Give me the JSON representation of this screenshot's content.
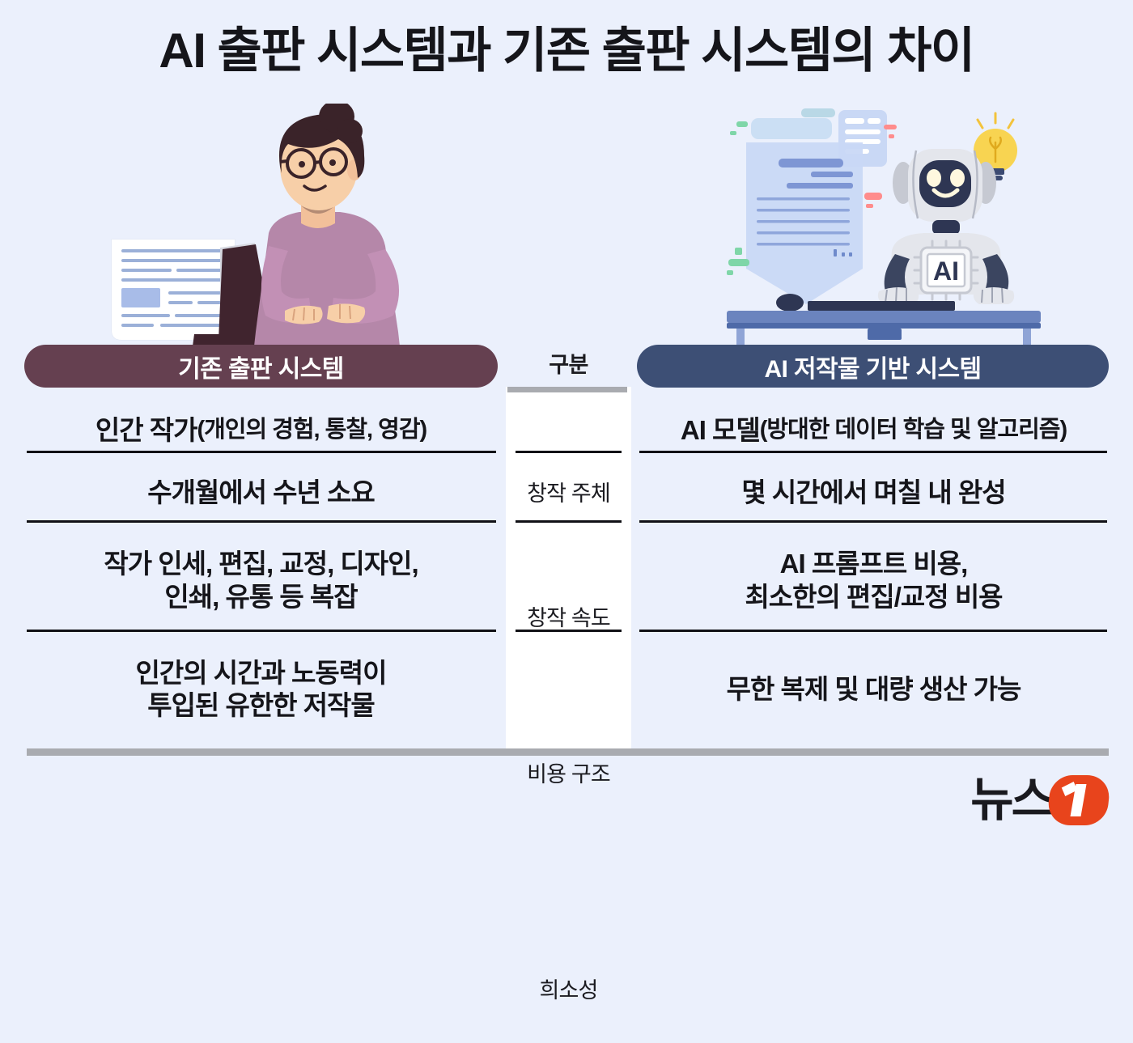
{
  "title": "AI 출판 시스템과 기존 출판 시스템의 차이",
  "colors": {
    "background": "#EBF0FC",
    "legacy_header": "#654050",
    "ai_header": "#3D4F75",
    "divider": "#111116",
    "rule": "#A9ABB0",
    "logo_mark": "#E8441C"
  },
  "illustrations": {
    "left": {
      "name": "human-writer-illustration",
      "alt": "안경을 쓴 인간 작가가 노트북으로 글을 쓰는 모습"
    },
    "right": {
      "name": "ai-robot-illustration",
      "alt": "AI 로봇이 책상에서 타이핑하며 문서를 생성하는 모습"
    }
  },
  "table": {
    "headers": {
      "left": "기존 출판 시스템",
      "center": "구분",
      "right": "AI 저작물 기반 시스템"
    },
    "rows": [
      {
        "category": "창작 주체",
        "left_main": "인간 작가",
        "left_paren": "(개인의 경험, 통찰, 영감)",
        "right_main": "AI 모델",
        "right_paren": "(방대한 데이터 학습 및 알고리즘)"
      },
      {
        "category": "창작 속도",
        "left_main": "수개월에서 수년 소요",
        "left_paren": "",
        "right_main": "몇 시간에서 며칠 내 완성",
        "right_paren": ""
      },
      {
        "category": "비용 구조",
        "left_main": "작가 인세, 편집, 교정, 디자인,\n인쇄, 유통 등 복잡",
        "left_paren": "",
        "right_main": "AI 프롬프트 비용,\n최소한의 편집/교정 비용",
        "right_paren": ""
      },
      {
        "category": "희소성",
        "left_main": "인간의 시간과 노동력이\n투입된 유한한 저작물",
        "left_paren": "",
        "right_main": "무한 복제 및 대량 생산 가능",
        "right_paren": ""
      }
    ]
  },
  "footer": {
    "logo_text": "뉴스",
    "logo_mark": "1"
  }
}
